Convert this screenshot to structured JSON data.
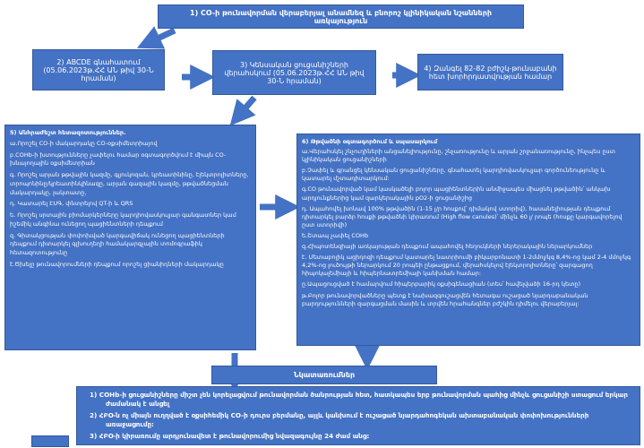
{
  "colors": {
    "box_fill": "#4472C4",
    "box_border": "#35599C",
    "text": "#FFFFFF",
    "arrow": "#4472C4"
  },
  "boxes": {
    "box1": {
      "text": "1)   CO-ի թունավորման վերաբերյալ անամնեզ և բնորոշ կլինիկական նշանների առկայություն"
    },
    "box2": {
      "text": "2) ABCDE գնահատում (05.06.2023թ.ՀՀ ԱՆ թիվ 30-Ն հրաման)"
    },
    "box3": {
      "text": "3) Կենսական ցուցանիշների վերահսկում (05.06.2023թ.ՀՀ ԱՆ թիվ 30-Ն հրաման)"
    },
    "box4": {
      "text": "4) Զանգել 82-82 բժիշկ-թունաբանի հետ խորհրդատվության համար"
    },
    "box5": {
      "title": "5) Անհրաժեշտ հետազոտություններ.",
      "items": [
        "ա.Որոշել CO-ի մակարդակը CO-օքսիմետրիայով",
        "բ.COHb-ի խտությունները չափելու համար օգտագործվում է միայն CO-խնայողային օքսիմետրիան",
        "գ. Որոշել արյան թթվային կազմը, գլյուկոզան, կրեատինինը, էլեկտրոլիտները, տրոպոնինը/կրեատինկինազը, արյան գազային կազմը, թթվածնեցման մակարդակը, լակտատը,",
        "դ. Կատարել ԷՍԳ, փնտրելով QT-ի և QRS",
        "ե. Որոշել սրտային բիոմարկերները կարդիովասկուլյար գանգատներ կամ իշեմիկ անգինա ունեցող պացիենտների դեպքում",
        "զ. Գիտակցության փոփոխված կարգավիճակ ունեցող պացիենտների դեպքում դիտարկել գլխուղեղի համակարգչային տոմոգրաֆիկ հետազոտությունը",
        "է.Ծխելը թունավորումների դեպքում որոշել ցիանիդների մակարդակը"
      ]
    },
    "box6": {
      "title": "6) Թթվածնի օգտագործում և սպասարկում",
      "items": [
        "ա.Վերահսկել շնչուղիների անցանելիությունը, շնչառությունը և արյան շրջանառությունը, ինչպես ըստ կլինիկական ցուցանիշների",
        "բ.Չափել և գրանցել կենսական ցուցանիշները, գնահատել կարդիովասկուլյար գործունեությունը և կատարել մշտադիտարկում:",
        "գ.CO թունավորված կամ կասկածելի բոլոր պացիենտներին անմիջապես միացնել թթվածին՝ անկախ արդյունքներից կամ զարկերակային pO2-ի ցուցանիշից",
        "դ. Ապահովել խոնավ 100% թթվածին (1-15 լ/ր հոսքով՝ դիմակով ստորիվ), հասանելիության դեպքում դիտարկել բարձր հոսքի թթվածնի կիրառում (High flow canules)՝ մինչև 60 լ/ րոպե (հոսքը կարգավորելով ըստ ստորիվի)",
        "ե.Շտապ չափել COHb",
        "զ.Հիպոտենզիայի առկայության դեպքում ապահովել հեղուկների ներերակային ներարկումներ",
        "է. Մետաբոլիկ ացիդոզի դեպքում կատարել նատրիումի բիկարբոնատի 1-2մմոլ/կգ 8,4%-ոց կամ 2-4 մմոլ/կգ 4,2%-ոց լուծույթի ներարկում 20 րոպեի ընթացքում, վերահսկելով էլեկտրոլիտները՝ զարգացող հիպոկալեմիայի և հիպերնատրեմիայի կանխման համար:",
        "ը.Ապացուցված է համարվում հիպերբարիկ օքսիգենացիան (տես՝ հավելվածի 16-րդ կետը)",
        "թ.Բոլոր թունավորվածները պետք է նախազգուշացվեն հետագա ուշացած նյարդաբանական բարդությունների զարգացման մասին և տրվեն հրահանգներ բժշկին դիմելու վերաբերյալ:"
      ]
    },
    "notes": {
      "title": "Նկատառումներ",
      "items": [
        "1)   COHb-ի ցուցանիշները միշտ չեն  կորելացվում թունավորման ծանրության հետ, հատկապես  երբ թունավորման պահից մինչև ցուցանիշի ստացում երկար ժամանակ է անցել",
        "2)   ՀԲՕ-ն ոչ միայն ուղղված է օքսիհեմիկ CO-ի դուրս բերմանը, այլև կանխում է ուշացած նյարդահոգեկան ախտաբանական փոփոխությունների առաջացումը:",
        "3)   ՀԲՕ-ի կիրառումը արդյունավետ է թունավորումից նվազագույնը 24 ժամ անց:"
      ]
    }
  }
}
